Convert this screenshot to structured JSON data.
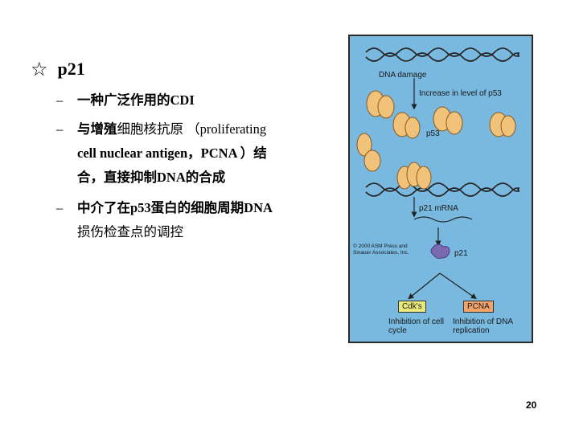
{
  "heading": {
    "icon": "star-outline-icon",
    "star": "☆",
    "title": "p21"
  },
  "bullets": [
    {
      "dash": "–",
      "line1": "一种广泛作用的CDI"
    },
    {
      "dash": "–",
      "line1_bold": "与增殖",
      "line1_normal": "细胞核抗原 （proliferating",
      "line2": "cell nuclear antigen，PCNA ）结",
      "line3": "合，直接抑制DNA的合成"
    },
    {
      "dash": "–",
      "line1": "中介了在p53蛋白的细胞周期DNA",
      "line2": "损伤检查点的调控"
    }
  ],
  "figure": {
    "dna_damage": "DNA damage",
    "increase_p53": "Increase in level of p53",
    "p53": "p53",
    "p21_mrna": "p21 mRNA",
    "copyright": "© 2000 ASM Press and Sinauer Associates, Inc.",
    "p21": "p21",
    "cdks": "Cdk's",
    "pcna": "PCNA",
    "inhibition_cell_cycle": "Inhibition of cell cycle",
    "inhibition_dna_replication": "Inhibition of DNA replication",
    "colors": {
      "background": "#79b8df",
      "protein": "#f0c27a",
      "p21_protein": "#7b6ab0",
      "cdk_box": "#e9e87d",
      "pcna_box": "#f2a36a"
    }
  },
  "page_number": "20"
}
